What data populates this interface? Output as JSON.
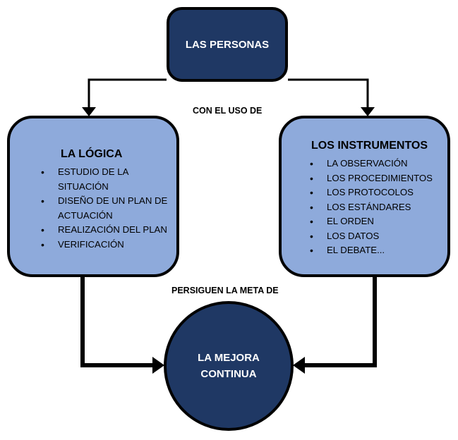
{
  "nodes": {
    "top": {
      "label": "LAS PERSONAS"
    },
    "left": {
      "title": "LA LÓGICA",
      "items": [
        "ESTUDIO DE LA SITUACIÓN",
        "DISEÑO DE UN PLAN DE ACTUACIÓN",
        "REALIZACIÓN DEL PLAN",
        "VERIFICACIÓN"
      ]
    },
    "right": {
      "title": "LOS INSTRUMENTOS",
      "items": [
        "LA OBSERVACIÓN",
        "LOS PROCEDIMIENTOS",
        "LOS PROTOCOLOS",
        "LOS ESTÁNDARES",
        "EL ORDEN",
        "LOS DATOS",
        "EL DEBATE..."
      ]
    },
    "goal": {
      "line1": "LA MEJORA",
      "line2": "CONTINUA"
    }
  },
  "connectors": {
    "top_label": "CON EL USO DE",
    "bottom_label": "PERSIGUEN LA META DE"
  },
  "colors": {
    "dark_node": "#1f3864",
    "light_node": "#8eaadb",
    "stroke": "#000000"
  }
}
